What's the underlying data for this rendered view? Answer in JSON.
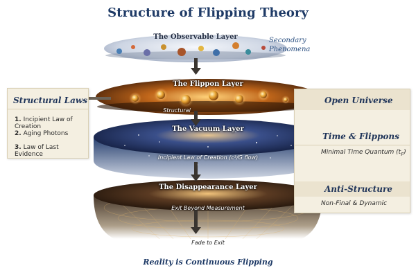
{
  "title": "Structure of Flipping Theory",
  "secondary": "Secondary Phenomena",
  "layers": [
    {
      "label": "The Observable Layer",
      "sub": ""
    },
    {
      "label": "The Flippon Layer",
      "sub": "Structural"
    },
    {
      "label": "The Vacuum Layer",
      "sub": "Incipient Law of Creation (c³/G flow)"
    },
    {
      "label": "The Disappearance Layer",
      "sub": "Exit Beyond Measurement"
    }
  ],
  "fade": "Fade to Exit",
  "left_panel": {
    "heading": "Structural Laws",
    "items": [
      {
        "num": "1.",
        "text": "Incipient Law of Creation"
      },
      {
        "num": "2.",
        "text": "Aging Photons"
      },
      {
        "num": "3.",
        "text": "Law of Last Evidence"
      }
    ]
  },
  "right_panel": {
    "sections": [
      {
        "heading": "Open Universe",
        "text": ""
      },
      {
        "heading": "Time & Flippons",
        "text": "Minimal Time Quantum (t",
        "sym": "F",
        "close": ")"
      },
      {
        "heading": "Anti-Structure",
        "text": "Non-Final & Dynamic"
      }
    ]
  },
  "footer": "Reality is Continuous Flipping",
  "colors": {
    "title": "#1e3a66",
    "panel_bg": "#f4efe1",
    "panel_border": "#d9cfb4",
    "arrow": "#3a3530",
    "observable": "#d8dde8",
    "flippon": "#c87a1c",
    "vacuum": "#1b2e5a",
    "disappearance": "#2a1e14"
  },
  "icons": [
    "orb-particles",
    "glowing-particles",
    "starfield",
    "grid-funnel",
    "arrow-down",
    "arrow-right"
  ]
}
